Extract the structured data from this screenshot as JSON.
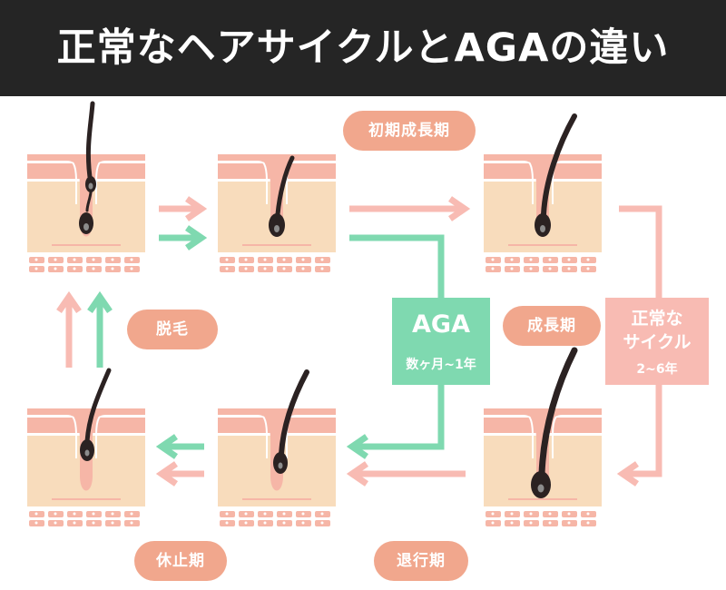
{
  "title": "正常なヘアサイクルとAGAの違い",
  "labels": {
    "early_growth": "初期成長期",
    "growth": "成長期",
    "regression": "退行期",
    "resting": "休止期",
    "shedding": "脱毛"
  },
  "aga": {
    "title": "AGA",
    "duration": "数ヶ月~1年"
  },
  "normal_cycle": {
    "title_line1": "正常な",
    "title_line2": "サイクル",
    "duration": "2~6年"
  },
  "colors": {
    "banner": "#252525",
    "pill": "#f1a78d",
    "normal_arrow": "#f8bbb3",
    "aga_arrow": "#7fd9b0",
    "skin_pink": "#f6b6a7",
    "skin_beige": "#f8dcbc",
    "hair": "#2b2222"
  }
}
